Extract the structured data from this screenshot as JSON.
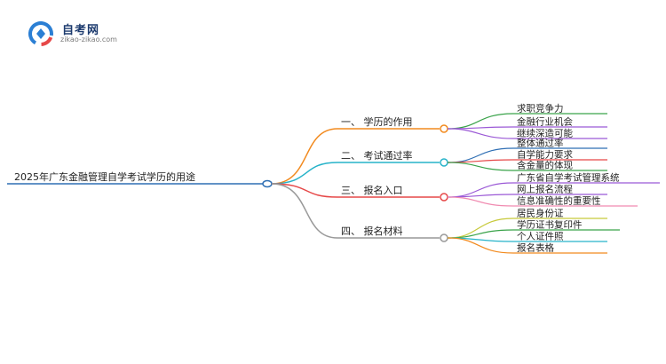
{
  "logo": {
    "title": "自考网",
    "subtitle": "zikao-zikao.com"
  },
  "root": "2025年广东金融管理自学考试学历的用途",
  "branches": [
    {
      "label": "一、 学历的作用",
      "color": "#f28a1e",
      "leaves": [
        "求职竞争力",
        "金融行业机会",
        "继续深造可能"
      ],
      "leaf_colors": [
        "#3aa34a",
        "#9b59d6",
        "#9b59d6"
      ]
    },
    {
      "label": "二、 考试通过率",
      "color": "#27b3c9",
      "leaves": [
        "整体通过率",
        "自学能力要求",
        "含金量的体现"
      ],
      "leaf_colors": [
        "#2f6fb4",
        "#e64848",
        "#3aa34a"
      ]
    },
    {
      "label": "三、 报名入口",
      "color": "#e64848",
      "leaves": [
        "广东省自学考试管理系统",
        "网上报名流程",
        "信息准确性的重要性"
      ],
      "leaf_colors": [
        "#9b59d6",
        "#9b59d6",
        "#f08ab0"
      ]
    },
    {
      "label": "四、 报名材料",
      "color": "#999999",
      "leaves": [
        "居民身份证",
        "学历证书复印件",
        "个人证件照",
        "报名表格"
      ],
      "leaf_colors": [
        "#c7c93a",
        "#3aa34a",
        "#27b3c9",
        "#f28a1e"
      ]
    }
  ]
}
